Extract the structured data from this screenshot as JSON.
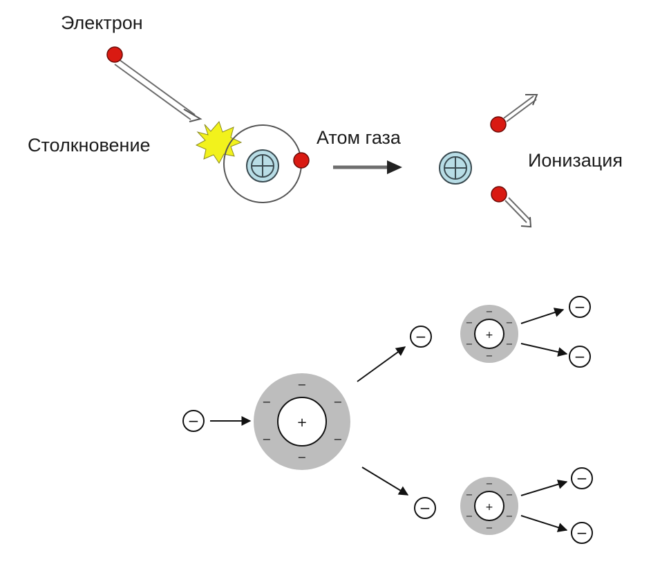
{
  "labels": {
    "electron": "Электрон",
    "collision": "Столкновение",
    "gas_atom": "Атом газа",
    "ionization": "Ионизация"
  },
  "symbols": {
    "minus": "−",
    "plus": "+"
  },
  "colors": {
    "electron_fill": "#d91a12",
    "nucleus_fill": "#b8dde6",
    "burst_fill": "#f2f21c",
    "shell_fill": "#bdbdbd",
    "arrow_gray": "#6e6e6e",
    "ink": "#111111"
  }
}
